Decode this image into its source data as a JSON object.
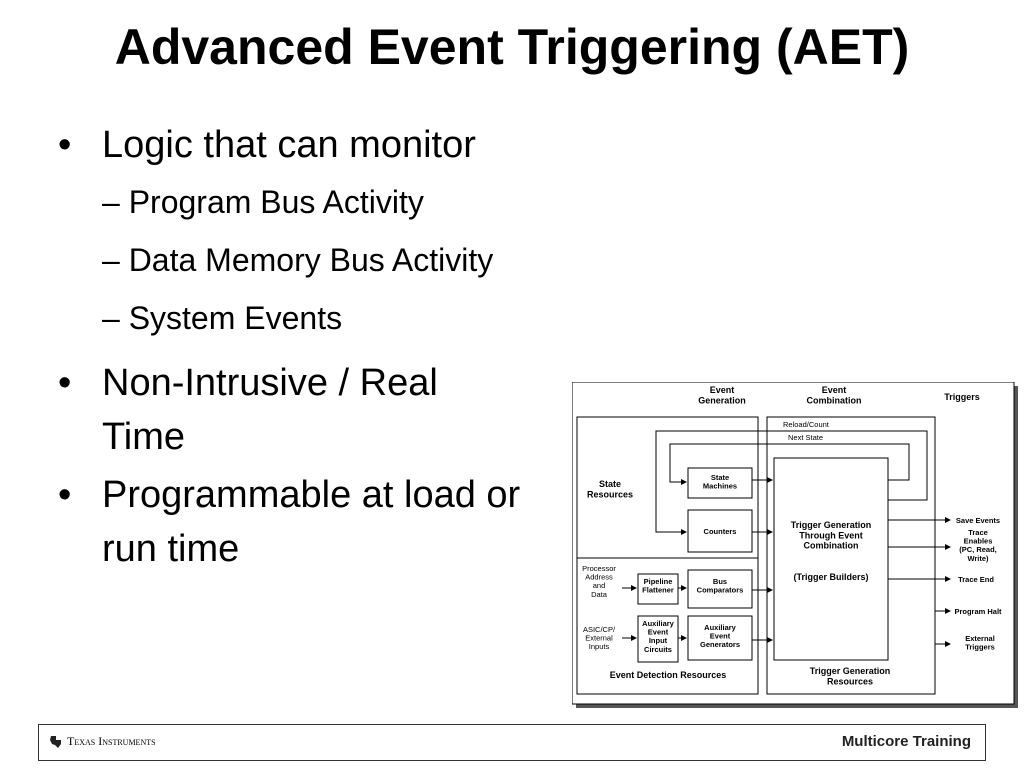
{
  "slide": {
    "title": "Advanced Event Triggering (AET)",
    "bullets": [
      {
        "text": "Logic that can monitor",
        "sub": [
          "– Program Bus Activity",
          "– Data Memory Bus Activity",
          "– System Events"
        ]
      },
      {
        "text": "Non-Intrusive / Real Time",
        "sub": []
      },
      {
        "text": "Programmable at load or run time",
        "sub": []
      }
    ]
  },
  "diagram": {
    "headers": {
      "event_generation": "Event\nGeneration",
      "event_combination": "Event\nCombination",
      "triggers": "Triggers"
    },
    "labels": {
      "reload_count": "Reload/Count",
      "next_state": "Next State",
      "state_resources": "State\nResources",
      "state_machines": "State\nMachines",
      "counters": "Counters",
      "trigger_generation": "Trigger Generation\nThrough Event\nCombination",
      "trigger_builders": "(Trigger Builders)",
      "processor_inputs": "Processor\nAddress\nand\nData",
      "pipeline_flattener": "Pipeline\nFlattener",
      "bus_comparators": "Bus\nComparators",
      "asic_inputs": "ASIC/CP/\nExternal\nInputs",
      "aux_input_circuits": "Auxiliary\nEvent\nInput\nCircuits",
      "aux_event_generators": "Auxiliary\nEvent\nGenerators",
      "event_detection_resources": "Event Detection Resources",
      "trigger_generation_resources": "Trigger Generation\nResources"
    },
    "outputs": [
      "Save Events",
      "Trace\nEnables\n(PC, Read,\nWrite)",
      "Trace End",
      "Program Halt",
      "External\nTriggers"
    ]
  },
  "footer": {
    "company": "Texas Instruments",
    "right": "Multicore Training"
  }
}
